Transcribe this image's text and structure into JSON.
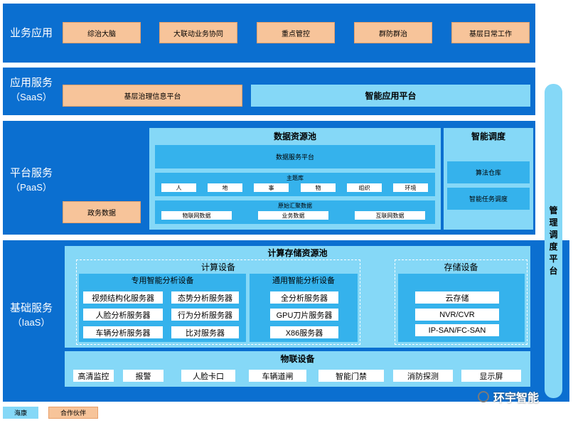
{
  "layers": {
    "business": {
      "label": "业务应用",
      "items": [
        "综治大脑",
        "大联动业务协同",
        "重点管控",
        "群防群治",
        "基层日常工作"
      ]
    },
    "saas": {
      "label_line1": "应用服务",
      "label_line2": "（SaaS）",
      "partner_item": "基层治理信息平台",
      "hk_item": "智能应用平台"
    },
    "paas": {
      "label_line1": "平台服务",
      "label_line2": "（PaaS）",
      "partner_item": "政务数据",
      "data_pool": {
        "title": "数据资源池",
        "service_platform": "数据服务平台",
        "theme_db": {
          "title": "主题库",
          "items": [
            "人",
            "地",
            "事",
            "物",
            "组织",
            "环境"
          ]
        },
        "raw_data": {
          "title": "原始汇聚数据",
          "items": [
            "物联网数据",
            "业务数据",
            "互联网数据"
          ]
        }
      },
      "scheduling": {
        "title": "智能调度",
        "items": [
          "算法仓库",
          "智能任务调度"
        ]
      }
    },
    "iaas": {
      "label_line1": "基础服务",
      "label_line2": "（IaaS）",
      "pool_title": "计算存储资源池",
      "compute": {
        "title": "计算设备",
        "dedicated": {
          "title": "专用智能分析设备",
          "items": [
            "视频结构化服务器",
            "态势分析服务器",
            "人脸分析服务器",
            "行为分析服务器",
            "车辆分析服务器",
            "比对服务器"
          ]
        },
        "general": {
          "title": "通用智能分析设备",
          "items": [
            "全分析服务器",
            "GPU刀片服务器",
            "X86服务器"
          ]
        }
      },
      "storage": {
        "title": "存储设备",
        "items": [
          "云存储",
          "NVR/CVR",
          "IP-SAN/FC-SAN"
        ]
      },
      "iot": {
        "title": "物联设备",
        "items": [
          "高清监控",
          "报警",
          "人脸卡口",
          "车辆道闸",
          "智能门禁",
          "消防探测",
          "显示屏"
        ]
      }
    }
  },
  "management": {
    "label": "管理调度平台"
  },
  "legend": {
    "hk": "海康",
    "partner": "合作伙伴"
  },
  "watermark": {
    "text": "环宇智能"
  },
  "colors": {
    "band": "#0b6fd0",
    "light": "#85d8f7",
    "mid": "#35b2ec",
    "partner": "#f7c49a"
  }
}
